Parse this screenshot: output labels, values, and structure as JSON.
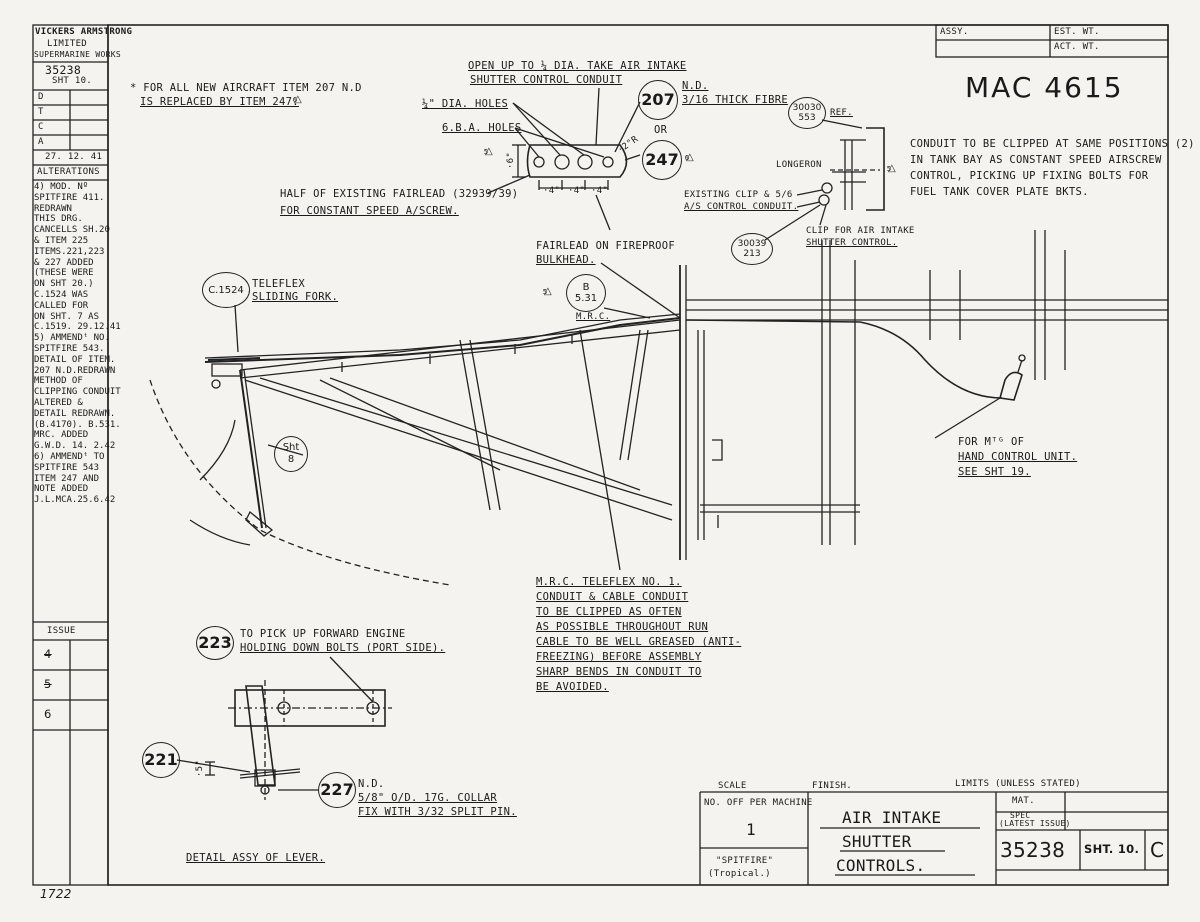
{
  "company": {
    "line1": "Vickers Armstrong",
    "line2": "Limited",
    "line3": "Supermarine Works"
  },
  "sheet_ref": {
    "number": "35238",
    "sht": "Sht 10."
  },
  "dtca": [
    "D",
    "T",
    "C",
    "A"
  ],
  "date": "27. 12. 41",
  "alterations_label": "Alterations",
  "alterations_text": "4) Mod. Nº\nSpitfire 411.\nRedrawn\nThis Drg.\nCancells Sh.20\n& Item 225\nItems.221,223\n& 227 added\n(These were\non Sht 20.)\nC.1524 was\ncalled for\non Sht. 7 as\nC.1519. 29.12.41\n5) Ammendᵗ No.\nSpitfire 543.\nDetail of Item.\n207 N.D.Redrawn\nMethod of\nclipping conduit\naltered &\ndetail redrawn.\n(B.4170). B.531.\nMrc. added\nG.W.D. 14. 2.42\n6) Ammendᵗ to\nSpitfire 543\nItem 247 and\nnote added\nJ.L.McA.25.6.42",
  "issue": {
    "label": "Issue",
    "rows": [
      "4",
      "5",
      "6"
    ]
  },
  "note_top": {
    "line1": "* For all new aircraft item 207 N.D",
    "line2": "is replaced by item 247."
  },
  "tri_labels": {
    "a": "6",
    "b": "5",
    "c": "6",
    "d": "5",
    "e": "5"
  },
  "fairlead": {
    "open_up1": "Open up to ¼ Dia. take air intake",
    "open_up2": "shutter control conduit",
    "holes1": "¼\" Dia. Holes",
    "holes2": "6.B.A. Holes",
    "item207": "207",
    "item247": "247",
    "nd": "N.D.",
    "fibre": "3/16 Thick Fibre",
    "or": "or",
    "dim_h": "·6\"",
    "dim_w1": "·4\"",
    "dim_w2": "·4\"",
    "dim_w3": "·4\"",
    "radius": "·2\"R",
    "half_existing1": "Half of existing fairlead (32939/39)",
    "half_existing2": "for Constant Speed A/Screw.",
    "on_bulkhead1": "Fairlead on Fireproof",
    "on_bulkhead2": "Bulkhead."
  },
  "assy_box": {
    "assy": "Assy.",
    "est": "Est. Wt.",
    "act": "Act. Wt."
  },
  "mac": "MAC 4615",
  "clip": {
    "ref_num1": "30030",
    "ref_num2": "553",
    "ref": "Ref.",
    "longeron": "Longeron",
    "existing1": "Existing clip & 5/6",
    "existing2": "A/S control conduit.",
    "clip1": "Clip for air intake",
    "clip2": "shutter control.",
    "part1": "30039",
    "part2": "213",
    "conduit1": "Conduit to be clipped at same positions (2)",
    "conduit2": "in tank bay as constant speed airscrew",
    "conduit3": "control, picking up fixing bolts for",
    "conduit4": "fuel tank cover plate bkts."
  },
  "teleflex": {
    "ref": "C.1524",
    "label1": "Teleflex",
    "label2": "Sliding Fork."
  },
  "b531": {
    "top": "B",
    "bottom": "5.31",
    "mrc": "M.R.C."
  },
  "sht8": {
    "top": "Sht",
    "bottom": "8"
  },
  "hand_unit": {
    "line1": "For Mᵀᴳ of",
    "line2": "Hand Control Unit.",
    "line3": "See Sht 19."
  },
  "mrc_note": [
    "M.R.C. Teleflex No. 1.",
    "Conduit & cable conduit",
    "to be clipped as often",
    "as possible throughout run",
    "Cable to be well greased (Anti-",
    "freezing) before assembly",
    "Sharp bends in conduit to",
    "be avoided."
  ],
  "detail": {
    "item223": "223",
    "pick1": "To pick up forward engine",
    "pick2": "holding down bolts (Port side).",
    "item221": "221",
    "dim5": "·5\"",
    "item227": "227",
    "nd": "N.D.",
    "collar": "5/8\" O/D. 17G. Collar",
    "fix": "Fix with 3/32 Split Pin.",
    "caption": "Detail Assy of Lever."
  },
  "title_block": {
    "scale": "Scale",
    "finish": "Finish.",
    "limits": "Limits (Unless stated)",
    "no_off": "No. Off per Machine",
    "qty": "1",
    "mat": "Mat.",
    "spec1": "Spec",
    "spec2": "(Latest issue)",
    "title1": "Air Intake",
    "title2": "Shutter",
    "title3": "Controls.",
    "spitfire1": "\"Spitfire\"",
    "spitfire2": "(Tropical.)",
    "number": "35238",
    "sht": "Sht. 10.",
    "rev": "C"
  },
  "corner": "1722"
}
